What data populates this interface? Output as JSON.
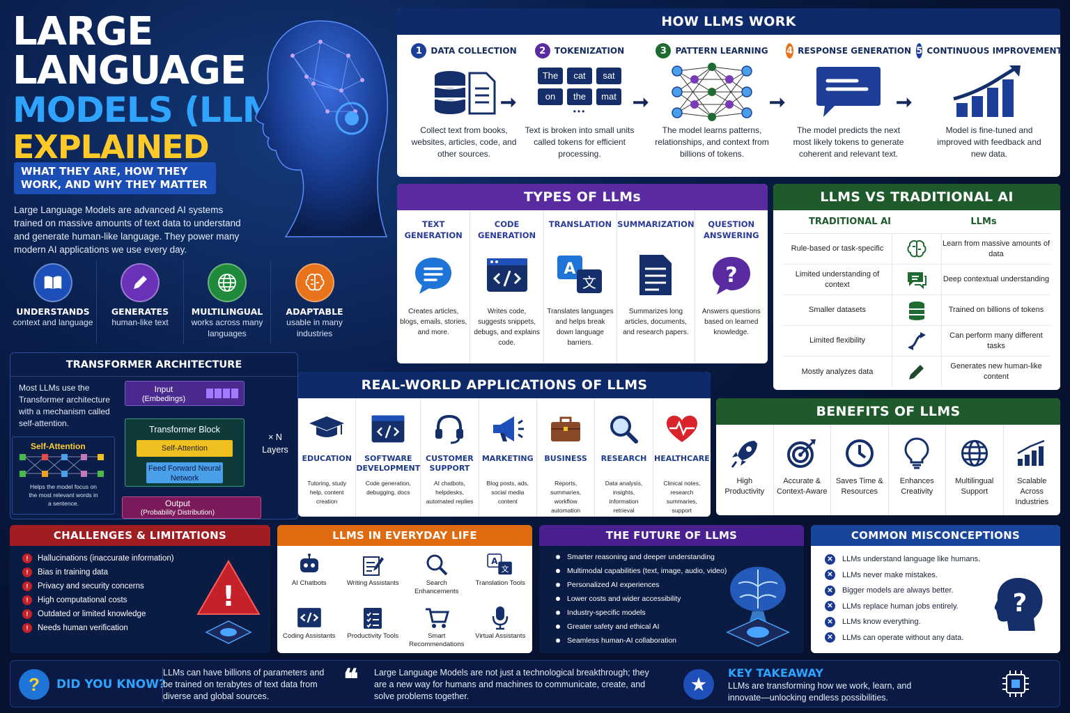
{
  "hero": {
    "title_line1": "LARGE",
    "title_line2": "LANGUAGE",
    "title_line3": "MODELS (LLMs)",
    "title_line4": "EXPLAINED",
    "subtitle": "WHAT THEY ARE, HOW THEY WORK, AND WHY THEY MATTER",
    "intro": "Large Language Models are advanced AI systems trained on massive amounts of text data to understand and generate human-like language. They power many modern AI applications we use every day.",
    "features": [
      {
        "title": "UNDERSTANDS",
        "desc": "context and language",
        "icon": "book-icon",
        "color": "#1d4fb8"
      },
      {
        "title": "GENERATES",
        "desc": "human-like text",
        "icon": "pen-icon",
        "color": "#6a32b8"
      },
      {
        "title": "MULTILINGUAL",
        "desc": "works across many languages",
        "icon": "globe-icon",
        "color": "#1f8a3a"
      },
      {
        "title": "ADAPTABLE",
        "desc": "usable in many industries",
        "icon": "brain-icon",
        "color": "#e8731a"
      }
    ]
  },
  "how": {
    "title": "HOW LLMS WORK",
    "steps": [
      {
        "num": "1",
        "title": "DATA COLLECTION",
        "desc": "Collect text from books, websites, articles, code, and other sources.",
        "color": "#1d3f9a"
      },
      {
        "num": "2",
        "title": "TOKENIZATION",
        "desc": "Text is broken into small units called tokens for efficient processing.",
        "color": "#5a2aa0"
      },
      {
        "num": "3",
        "title": "PATTERN LEARNING",
        "desc": "The model learns patterns, relationships, and context from billions of tokens.",
        "color": "#1e6a30"
      },
      {
        "num": "4",
        "title": "RESPONSE GENERATION",
        "desc": "The model predicts the next most likely tokens to generate coherent and relevant text.",
        "color": "#e8731a"
      },
      {
        "num": "5",
        "title": "CONTINUOUS IMPROVEMENT",
        "desc": "Model is fine-tuned and improved with feedback and new data.",
        "color": "#1d3f9a"
      }
    ],
    "tokens": [
      "The",
      "cat",
      "sat",
      "on",
      "the",
      "mat"
    ],
    "ellipsis": "•••"
  },
  "types": {
    "title": "TYPES OF LLMs",
    "items": [
      {
        "title": "TEXT GENERATION",
        "desc": "Creates articles, blogs, emails, stories, and more.",
        "icon": "chat-bubble-icon"
      },
      {
        "title": "CODE GENERATION",
        "desc": "Writes code, suggests snippets, debugs, and explains code.",
        "icon": "code-window-icon"
      },
      {
        "title": "TRANSLATION",
        "desc": "Translates languages and helps break down language barriers.",
        "icon": "translate-icon"
      },
      {
        "title": "SUMMARIZATION",
        "desc": "Summarizes long articles, documents, and research papers.",
        "icon": "document-icon"
      },
      {
        "title": "QUESTION ANSWERING",
        "desc": "Answers questions based on learned knowledge.",
        "icon": "question-bubble-icon"
      }
    ]
  },
  "vs": {
    "title": "LLMS VS TRADITIONAL AI",
    "col_a": "TRADITIONAL AI",
    "col_b": "LLMs",
    "rows": [
      {
        "a": "Rule-based or task-specific",
        "b": "Learn from massive amounts of data",
        "icon": "brain-icon"
      },
      {
        "a": "Limited understanding of context",
        "b": "Deep contextual understanding",
        "icon": "chat-icon"
      },
      {
        "a": "Smaller datasets",
        "b": "Trained on billions of tokens",
        "icon": "database-icon"
      },
      {
        "a": "Limited flexibility",
        "b": "Can perform many different tasks",
        "icon": "flex-arrow-icon"
      },
      {
        "a": "Mostly analyzes data",
        "b": "Generates new human-like content",
        "icon": "pen-icon"
      }
    ]
  },
  "transformer": {
    "title": "TRANSFORMER ARCHITECTURE",
    "text": "Most LLMs use the Transformer architecture with a mechanism called self-attention.",
    "input_label": "Input",
    "input_sub": "(Embedings)",
    "block_label": "Transformer Block",
    "self_attention": "Self-Attention",
    "ffn": "Feed Forward Neural Network",
    "layers": "× N Layers",
    "output_label": "Output",
    "output_sub": "(Probability Distribution)",
    "sa_title": "Self-Attention",
    "sa_desc": "Helps the model focus on the most relevant words in a sentence."
  },
  "apps": {
    "title": "REAL-WORLD APPLICATIONS OF LLMS",
    "items": [
      {
        "title": "EDUCATION",
        "desc": "Tutoring, study help, content creation",
        "icon": "graduation-cap-icon"
      },
      {
        "title": "SOFTWARE DEVELOPMENT",
        "desc": "Code generation, debugging, docs",
        "icon": "code-window-icon"
      },
      {
        "title": "CUSTOMER SUPPORT",
        "desc": "AI chatbots, helpdesks, automated replies",
        "icon": "headset-icon"
      },
      {
        "title": "MARKETING",
        "desc": "Blog posts, ads, social media content",
        "icon": "megaphone-icon"
      },
      {
        "title": "BUSINESS",
        "desc": "Reports, summaries, workflow automation",
        "icon": "briefcase-icon"
      },
      {
        "title": "RESEARCH",
        "desc": "Data analysis, insights, information retrieval",
        "icon": "magnifier-icon"
      },
      {
        "title": "HEALTHCARE",
        "desc": "Clinical notes, research summaries, support",
        "icon": "heart-pulse-icon"
      }
    ]
  },
  "benefits": {
    "title": "BENEFITS OF LLMS",
    "items": [
      {
        "label": "High Productivity",
        "icon": "rocket-icon"
      },
      {
        "label": "Accurate & Context-Aware",
        "icon": "target-icon"
      },
      {
        "label": "Saves Time & Resources",
        "icon": "clock-icon"
      },
      {
        "label": "Enhances Creativity",
        "icon": "lightbulb-icon"
      },
      {
        "label": "Multilingual Support",
        "icon": "globe-icon"
      },
      {
        "label": "Scalable Across Industries",
        "icon": "growth-chart-icon"
      }
    ]
  },
  "challenges": {
    "title": "CHALLENGES & LIMITATIONS",
    "items": [
      "Hallucinations (inaccurate information)",
      "Bias in training data",
      "Privacy and security concerns",
      "High computational costs",
      "Outdated or limited knowledge",
      "Needs human verification"
    ],
    "warning": "!"
  },
  "everyday": {
    "title": "LLMS IN EVERYDAY LIFE",
    "items": [
      {
        "label": "AI Chatbots",
        "icon": "robot-icon"
      },
      {
        "label": "Writing Assistants",
        "icon": "writing-icon"
      },
      {
        "label": "Search Enhancements",
        "icon": "search-icon"
      },
      {
        "label": "Translation Tools",
        "icon": "translate-icon"
      },
      {
        "label": "Coding Assistants",
        "icon": "code-icon"
      },
      {
        "label": "Productivity Tools",
        "icon": "checklist-icon"
      },
      {
        "label": "Smart Recommendations",
        "icon": "cart-icon"
      },
      {
        "label": "Virtual Assistants",
        "icon": "microphone-icon"
      }
    ]
  },
  "future": {
    "title": "THE FUTURE OF LLMS",
    "items": [
      "Smarter reasoning and deeper understanding",
      "Multimodal capabilities (text, image, audio, video)",
      "Personalized AI experiences",
      "Lower costs and wider accessibility",
      "Industry-specific models",
      "Greater safety and ethical AI",
      "Seamless human-AI collaboration"
    ]
  },
  "misconceptions": {
    "title": "COMMON MISCONCEPTIONS",
    "items": [
      "LLMs understand language like humans.",
      "LLMs never make mistakes.",
      "Bigger models are always better.",
      "LLMs replace human jobs entirely.",
      "LLMs know everything.",
      "LLMs can operate without any data."
    ],
    "question": "?"
  },
  "footer": {
    "did_you_know_title": "DID YOU KNOW?",
    "did_you_know_text": "LLMs can have billions of parameters and be trained on terabytes of text data from diverse and global sources.",
    "quote_mark": "❝",
    "quote": "Large Language Models are not just a technological breakthrough; they are a new way for humans and machines to communicate, create, and solve problems together.",
    "takeaway_title": "KEY TAKEAWAY",
    "takeaway_text": "LLMs are transforming how we work, learn, and innovate—unlocking endless possibilities.",
    "question": "?",
    "star": "★"
  }
}
